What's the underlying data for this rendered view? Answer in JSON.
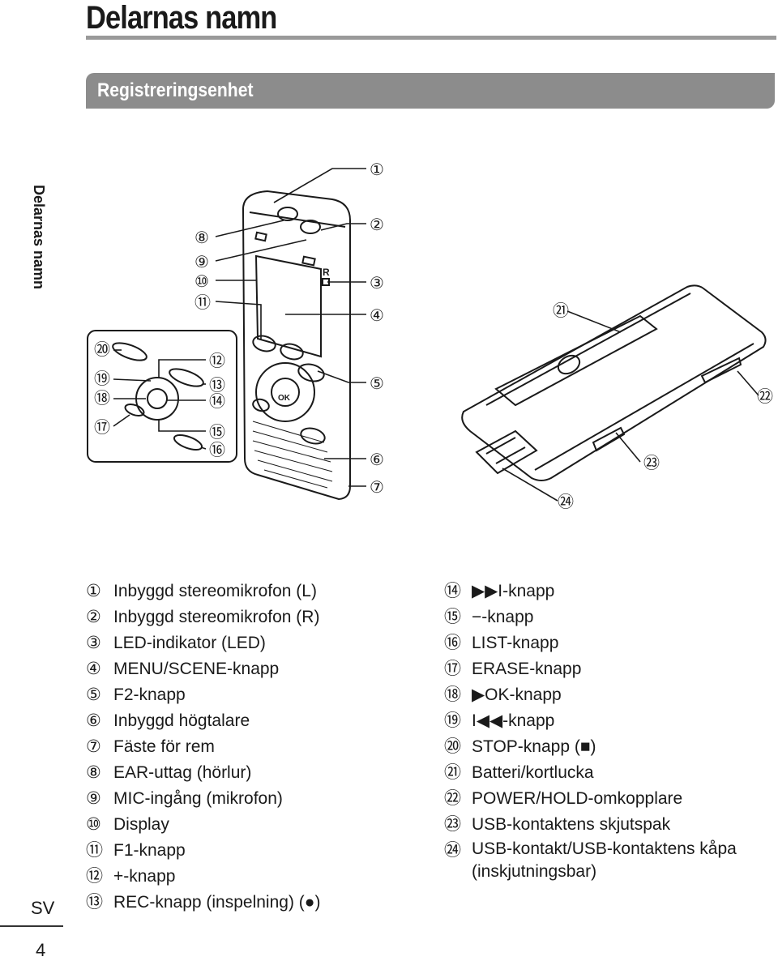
{
  "page": {
    "title": "Delarnas namn",
    "section": "Registreringsenhet",
    "side_tab": "Delarnas namn",
    "lang": "SV",
    "page_number": "4"
  },
  "callouts": [
    "①",
    "②",
    "③",
    "④",
    "⑤",
    "⑥",
    "⑦",
    "⑧",
    "⑨",
    "⑩",
    "⑪",
    "⑫",
    "⑬",
    "⑭",
    "⑮",
    "⑯",
    "⑰",
    "⑱",
    "⑲",
    "⑳",
    "㉑",
    "㉒",
    "㉓",
    "㉔"
  ],
  "device_marks": {
    "r_label": "R",
    "ok_label": "OK"
  },
  "legend_left": [
    {
      "num": "①",
      "text": "Inbyggd stereomikrofon (L)"
    },
    {
      "num": "②",
      "text": "Inbyggd stereomikrofon (R)"
    },
    {
      "num": "③",
      "text": "LED-indikator (LED)"
    },
    {
      "num": "④",
      "text": "MENU/SCENE-knapp"
    },
    {
      "num": "⑤",
      "text": "F2-knapp"
    },
    {
      "num": "⑥",
      "text": "Inbyggd högtalare"
    },
    {
      "num": "⑦",
      "text": "Fäste för rem"
    },
    {
      "num": "⑧",
      "text": "EAR-uttag (hörlur)"
    },
    {
      "num": "⑨",
      "text": "MIC-ingång (mikrofon)"
    },
    {
      "num": "⑩",
      "text": "Display"
    },
    {
      "num": "⑪",
      "text": "F1-knapp"
    },
    {
      "num": "⑫",
      "text": "+-knapp"
    },
    {
      "num": "⑬",
      "text": "REC-knapp (inspelning) (●)"
    }
  ],
  "legend_right": [
    {
      "num": "⑭",
      "text": "▶▶I-knapp"
    },
    {
      "num": "⑮",
      "text": "−-knapp"
    },
    {
      "num": "⑯",
      "text": "LIST-knapp"
    },
    {
      "num": "⑰",
      "text": "ERASE-knapp"
    },
    {
      "num": "⑱",
      "text": "▶OK-knapp"
    },
    {
      "num": "⑲",
      "text": "I◀◀-knapp"
    },
    {
      "num": "⑳",
      "text": "STOP-knapp (■)"
    },
    {
      "num": "㉑",
      "text": "Batteri/kortlucka"
    },
    {
      "num": "㉒",
      "text": "POWER/HOLD-omkopplare"
    },
    {
      "num": "㉓",
      "text": "USB-kontaktens skjutspak"
    },
    {
      "num": "㉔",
      "text": "USB-kontakt/USB-kontaktens kåpa (inskjutningsbar)"
    }
  ]
}
